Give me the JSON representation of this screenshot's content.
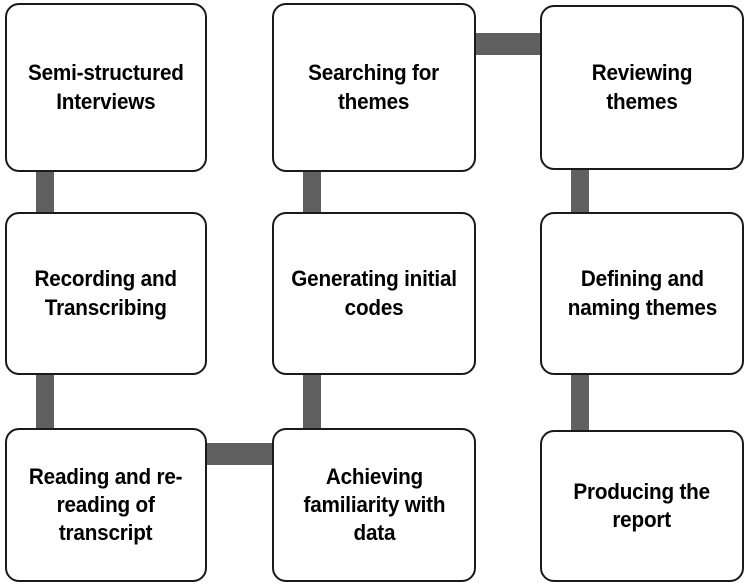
{
  "diagram": {
    "title": "Thematic analysis process flowchart",
    "background_color": "#ffffff",
    "box_border_color": "#1a1a1a",
    "box_fill_color": "#ffffff",
    "connector_color": "#5f5f5f",
    "text_color": "#000000"
  },
  "nodes": [
    {
      "id": "semi-structured-interviews",
      "label": "Semi-structured\nInterviews",
      "row": 1,
      "column": 1
    },
    {
      "id": "searching-for-themes",
      "label": "Searching for\nthemes",
      "row": 1,
      "column": 2
    },
    {
      "id": "reviewing-themes",
      "label": "Reviewing themes",
      "row": 1,
      "column": 3
    },
    {
      "id": "recording-and-transcribing",
      "label": "Recording and\nTranscribing",
      "row": 2,
      "column": 1
    },
    {
      "id": "generating-initial-codes",
      "label": "Generating initial\ncodes",
      "row": 2,
      "column": 2
    },
    {
      "id": "defining-and-naming-themes",
      "label": "Defining and\nnaming themes",
      "row": 2,
      "column": 3
    },
    {
      "id": "reading-and-re-reading-of-transcript",
      "label": "Reading and re-\nreading of\ntranscript",
      "row": 3,
      "column": 1
    },
    {
      "id": "achieving-familiarity-with-data",
      "label": "Achieving\nfamiliarity with\ndata",
      "row": 3,
      "column": 2
    },
    {
      "id": "producing-the-report",
      "label": "Producing the\nreport",
      "row": 3,
      "column": 3
    }
  ],
  "connectors": [
    {
      "id": "semi-structured-interviews-to-recording-and-transcribing",
      "from": "semi-structured-interviews",
      "to": "recording-and-transcribing",
      "orientation": "vertical"
    },
    {
      "id": "recording-and-transcribing-to-reading-and-re-reading",
      "from": "recording-and-transcribing",
      "to": "reading-and-re-reading-of-transcript",
      "orientation": "vertical"
    },
    {
      "id": "reading-and-re-reading-to-achieving-familiarity",
      "from": "reading-and-re-reading-of-transcript",
      "to": "achieving-familiarity-with-data",
      "orientation": "horizontal"
    },
    {
      "id": "achieving-familiarity-to-generating-initial-codes",
      "from": "achieving-familiarity-with-data",
      "to": "generating-initial-codes",
      "orientation": "vertical"
    },
    {
      "id": "generating-initial-codes-to-searching-for-themes",
      "from": "generating-initial-codes",
      "to": "searching-for-themes",
      "orientation": "vertical"
    },
    {
      "id": "searching-for-themes-to-reviewing-themes",
      "from": "searching-for-themes",
      "to": "reviewing-themes",
      "orientation": "horizontal"
    },
    {
      "id": "reviewing-themes-to-defining-and-naming-themes",
      "from": "reviewing-themes",
      "to": "defining-and-naming-themes",
      "orientation": "vertical"
    },
    {
      "id": "defining-and-naming-themes-to-producing-the-report",
      "from": "defining-and-naming-themes",
      "to": "producing-the-report",
      "orientation": "vertical"
    }
  ]
}
